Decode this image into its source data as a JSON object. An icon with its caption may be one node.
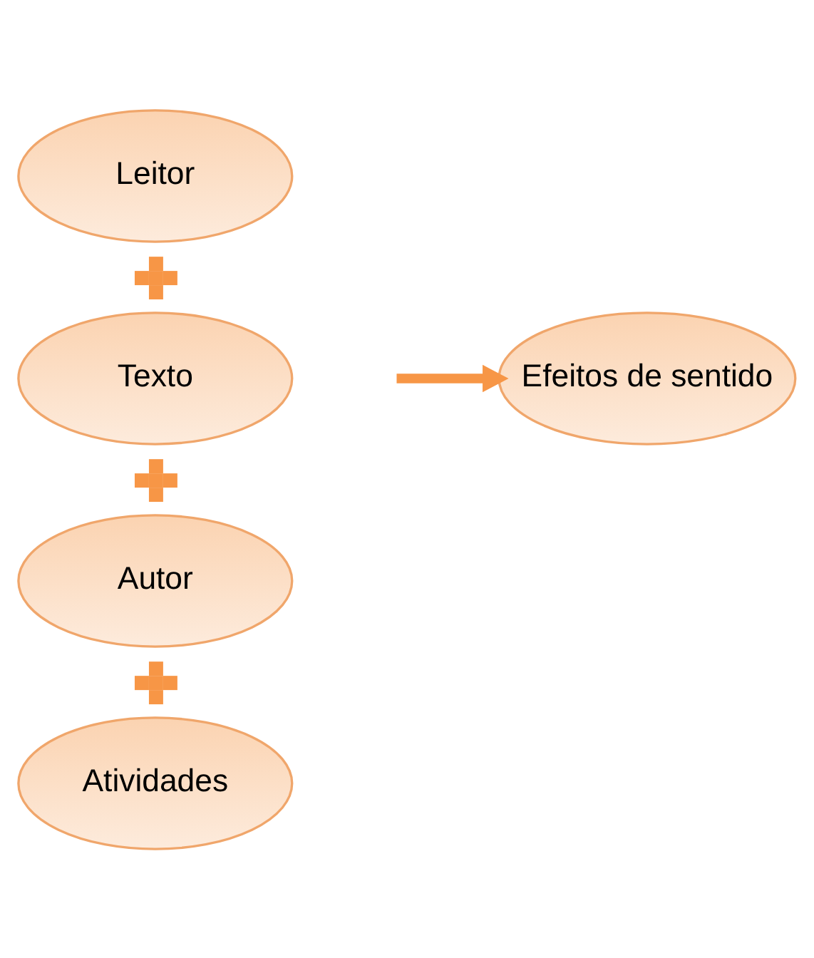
{
  "diagram": {
    "nodes": [
      {
        "text": [
          "Leitor"
        ]
      },
      {
        "text": [],
        "shape": "plus"
      },
      {
        "text": [
          "Texto"
        ]
      },
      {
        "text": [],
        "shape": "plus"
      },
      {
        "text": [
          "Efeitos de sentido"
        ]
      },
      {
        "text": [
          "Autor"
        ]
      },
      {
        "text": [],
        "shape": "plus"
      },
      {
        "text": [
          "Atividades"
        ]
      }
    ],
    "edges": [
      {
        "from": null,
        "to": 4,
        "arrow": "to"
      }
    ]
  }
}
